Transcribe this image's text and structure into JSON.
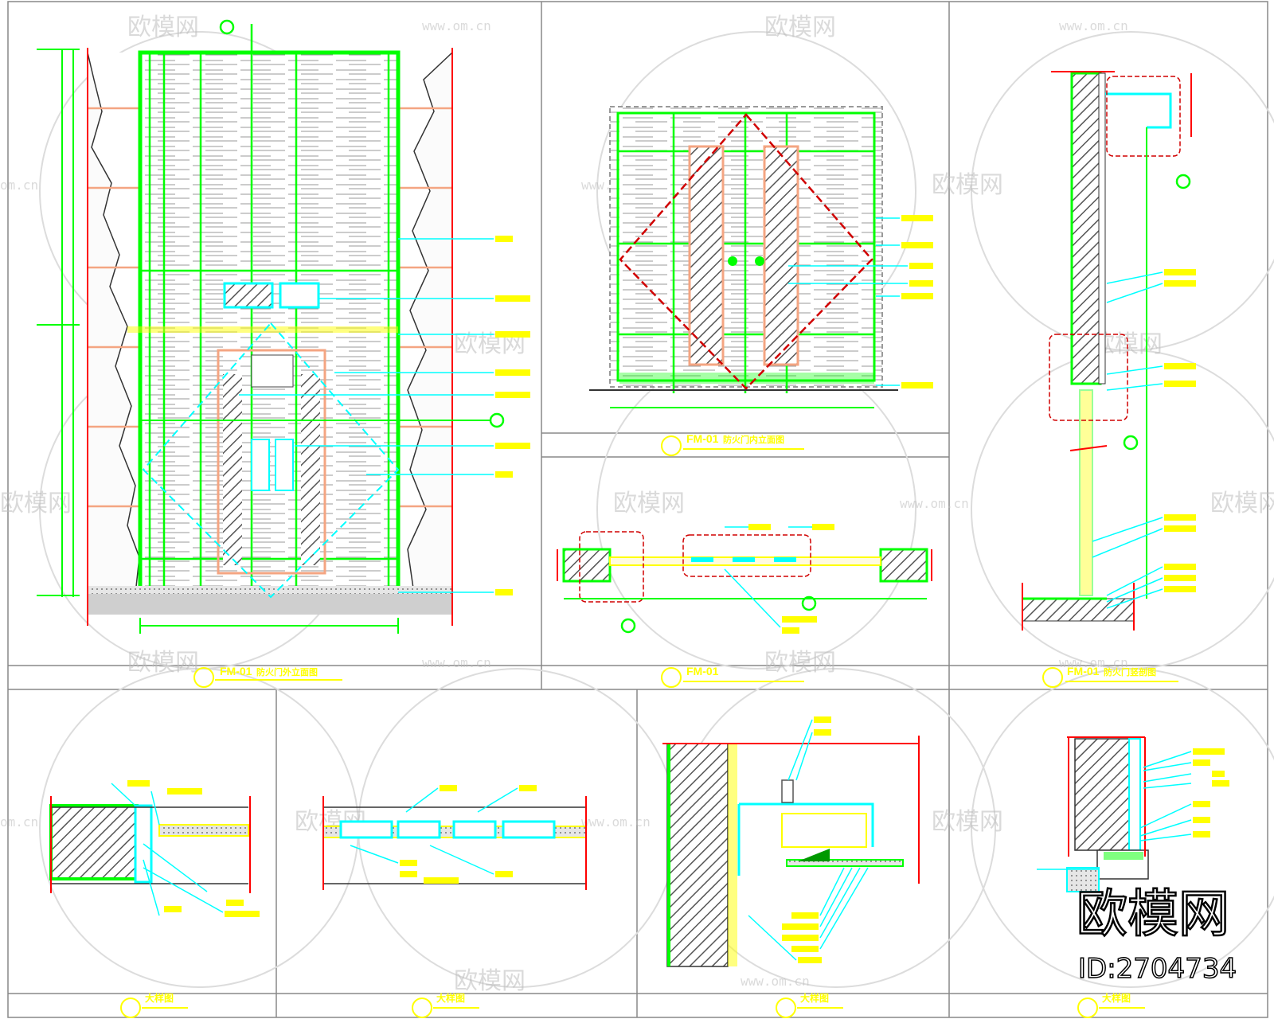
{
  "sheet": {
    "watermark_text": "欧模网",
    "watermark_url": "www.om.cn",
    "watermark_partial": "om.cn",
    "brand_logo_text": "欧模网",
    "brand_id": "ID:2704734"
  },
  "titles": {
    "elev_outer": "FM-01",
    "elev_outer_name": "防火门外立面图",
    "elev_inner": "FM-01",
    "elev_inner_name": "防火门内立面图",
    "plan": "FM-01",
    "section": "FM-01",
    "section_name": "防火门竖剖图",
    "detail": "大样图"
  },
  "colors": {
    "frame": "#ff0000",
    "wall_line": "#00ff00",
    "dimension": "#00ffff",
    "text": "#ffff00",
    "hatch": "#808080",
    "trim": "#f4a582",
    "border": "#808080"
  }
}
